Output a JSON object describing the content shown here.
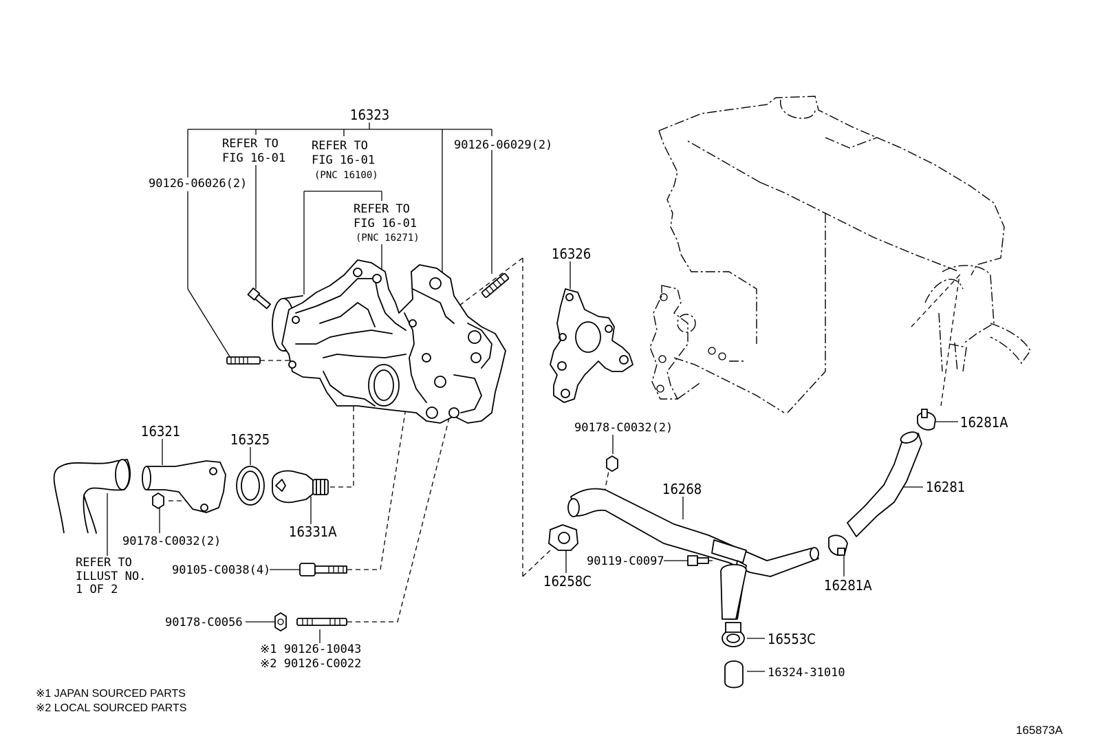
{
  "labels": {
    "p16323": "16323",
    "refer1_a": "REFER TO",
    "refer1_b": "FIG 16-01",
    "refer2_a": "REFER TO",
    "refer2_b": "FIG 16-01",
    "refer2_c": "(PNC 16100)",
    "refer3_a": "REFER TO",
    "refer3_b": "FIG 16-01",
    "refer3_c": "(PNC 16271)",
    "p90126_06029": "90126-06029(2)",
    "p90126_06026": "90126-06026(2)",
    "p16326": "16326",
    "p16321": "16321",
    "p16325": "16325",
    "p16331A": "16331A",
    "p90178_c0032_left": "90178-C0032(2)",
    "refer4_a": "REFER TO",
    "refer4_b": "ILLUST NO.",
    "refer4_c": "1 OF 2",
    "p90105_c0038": "90105-C0038(4)",
    "p90178_c0056": "90178-C0056",
    "p90126_10043": "※1 90126-10043",
    "p90126_c0022": "※2 90126-C0022",
    "p90178_c0032_right": "90178-C0032(2)",
    "p16268": "16268",
    "p16258C": "16258C",
    "p90119_c0097": "90119-C0097",
    "p16553C": "16553C",
    "p16324_31010": "16324-31010",
    "p16281A_top": "16281A",
    "p16281": "16281",
    "p16281A_bottom": "16281A"
  },
  "footnotes": {
    "note1": "※1 JAPAN SOURCED PARTS",
    "note2": "※2 LOCAL SOURCED PARTS"
  },
  "illustration_id": "165873A"
}
